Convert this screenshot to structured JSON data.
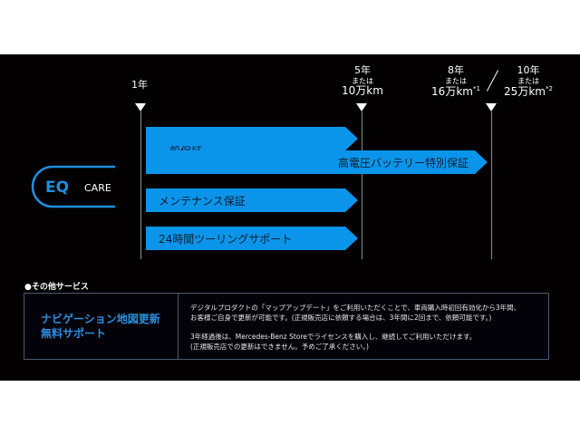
{
  "logo": {
    "mark": "EQ",
    "word": "CARE",
    "color": "#1e8fe0"
  },
  "timeline": {
    "markers": [
      {
        "id": "1y",
        "years": "1年",
        "or": "",
        "distance": "",
        "note": ""
      },
      {
        "id": "5y",
        "years": "5年",
        "or": "または",
        "distance": "10万km",
        "note": ""
      },
      {
        "id": "8y",
        "years": "8年",
        "or": "または",
        "distance": "16万km",
        "note": "*1"
      },
      {
        "id": "10y",
        "years": "10年",
        "or": "または",
        "distance": "25万km",
        "note": "*2"
      }
    ],
    "separator": "/"
  },
  "bars": [
    {
      "label": "一般保証",
      "from": "1年",
      "to": "5年"
    },
    {
      "label": "高電圧バッテリー特別保証",
      "from": "1年",
      "to": "8年/10年"
    },
    {
      "label": "メンテナンス保証",
      "from": "1年",
      "to": "5年"
    },
    {
      "label": "24時間ツーリングサポート",
      "from": "1年",
      "to": "5年"
    }
  ],
  "bar_color": "#0b95ea",
  "other_services": {
    "title": "●その他サービス",
    "service_name_line1": "ナビゲーション地図更新",
    "service_name_line2": "無料サポート",
    "desc": [
      "デジタルプロダクトの「マップアップデート」をご利用いただくことで、車両購入時初回有効化から3年間、",
      "お客様ご自身で更新が可能です。(正規販売店に依頼する場合は、3年間に2回まで、依頼可能です。)",
      "3年経過後は、Mercedes-Benz Storeでライセンスを購入し、継続してご利用いただけます。",
      "(正規販売店での更新はできません。予めご了承ください。)"
    ]
  }
}
